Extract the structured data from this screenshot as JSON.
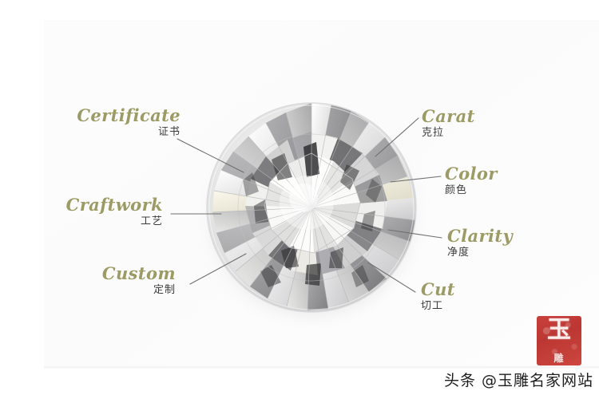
{
  "image": {
    "subject": "round-brilliant-diamond",
    "background_color": "#ffffff",
    "panel_color": "#fcfcfc",
    "label_en_color": "#9c9b66",
    "label_cn_color": "#3c3c3c",
    "leader_line_color": "#6b6b6b"
  },
  "labels": [
    {
      "id": "certificate",
      "en": "Certificate",
      "cn": "证书",
      "side": "left"
    },
    {
      "id": "craftwork",
      "en": "Craftwork",
      "cn": "工艺",
      "side": "left"
    },
    {
      "id": "custom",
      "en": "Custom",
      "cn": "定制",
      "side": "left"
    },
    {
      "id": "carat",
      "en": "Carat",
      "cn": "克拉",
      "side": "right"
    },
    {
      "id": "color",
      "en": "Color",
      "cn": "颜色",
      "side": "right"
    },
    {
      "id": "clarity",
      "en": "Clarity",
      "cn": "净度",
      "side": "right"
    },
    {
      "id": "cut",
      "en": "Cut",
      "cn": "切工",
      "side": "right"
    }
  ],
  "watermark": {
    "stamp_glyph": "玉",
    "stamp_sub": "雕",
    "stamp_color": "#bf2d27",
    "footer_text": "头条 @玉雕名家网站"
  }
}
